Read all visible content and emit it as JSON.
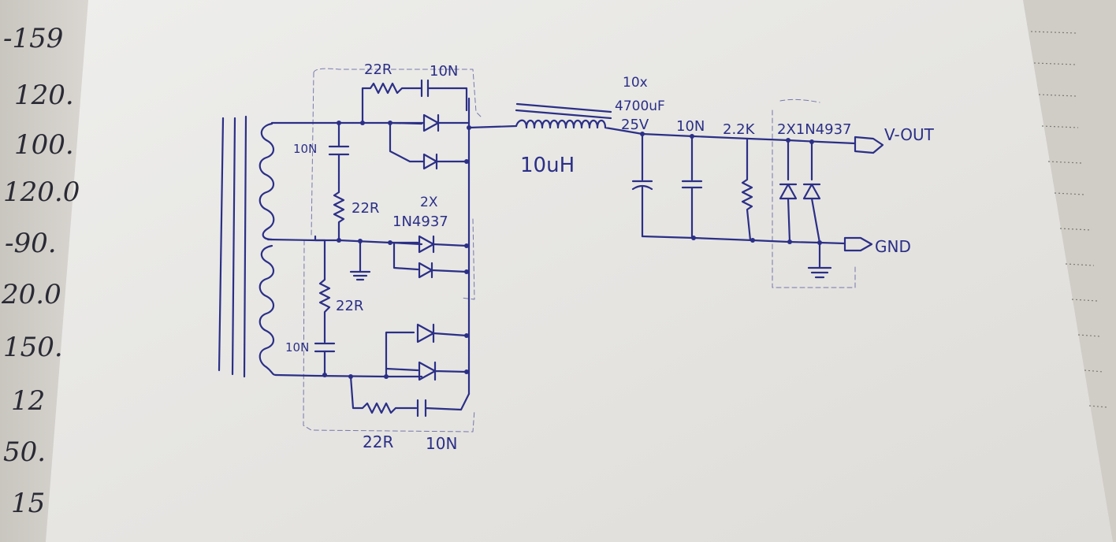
{
  "margin_numbers": [
    "-159",
    "120.",
    "100.",
    "120.0",
    "-90.",
    "20.0",
    "150.",
    "12",
    "50.",
    "15"
  ],
  "labels": {
    "top_snubber_r": "22R",
    "top_snubber_c": "10N",
    "cap_left_top": "10N",
    "res_left_mid": "22R",
    "diode_pair_count": "2X",
    "diode_pair_part": "1N4937",
    "res_left_low": "22R",
    "cap_left_low": "10N",
    "bottom_snubber_r": "22R",
    "bottom_snubber_c": "10N",
    "inductor_value": "10uH",
    "cap_bank_count": "10x",
    "cap_bank_value": "4700uF",
    "cap_bank_voltage": "25V",
    "out_cap": "10N",
    "out_res": "2.2K",
    "out_diodes": "2X1N4937",
    "vout": "V-OUT",
    "gnd": "GND"
  },
  "colors": {
    "ink": "#2b2f86",
    "paper": "#e9e9e7",
    "notebook": "#d6d3cd",
    "background": "#8f8d88"
  }
}
